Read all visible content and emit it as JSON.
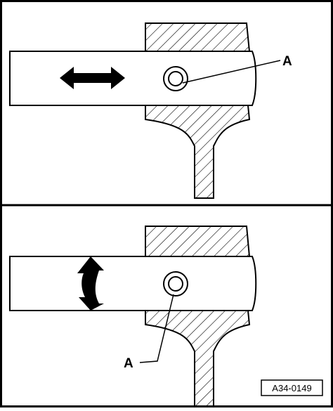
{
  "panels": [
    {
      "label": "A",
      "motion": "linear"
    },
    {
      "label": "A",
      "motion": "rotational"
    }
  ],
  "figure_id": "A34-0149",
  "colors": {
    "ink": "#000000",
    "paper": "#ffffff"
  }
}
